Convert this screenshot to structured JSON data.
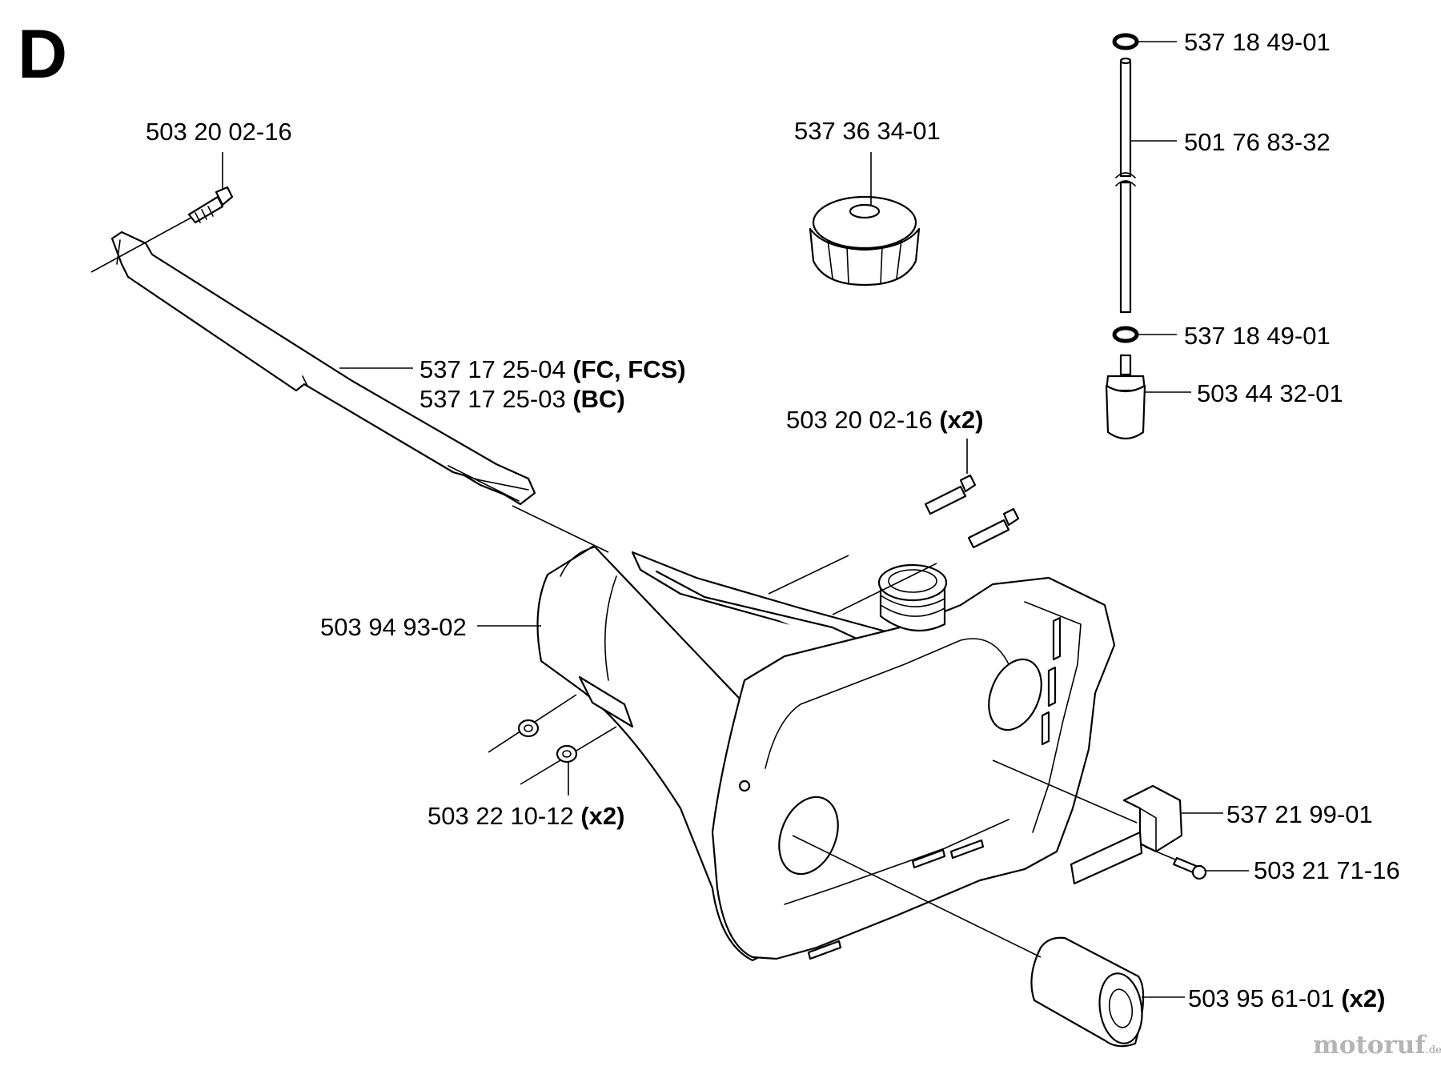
{
  "section": "D",
  "watermark": {
    "brand": "motoruf",
    "suffix": ".de"
  },
  "labels": {
    "screw_top_left": "503 20 02-16",
    "fuel_cap": "537 36 34-01",
    "oring_top": "537 18 49-01",
    "fuel_hose": "501 76 83-32",
    "oring_bottom": "537 18 49-01",
    "fuel_filter": "503 44 32-01",
    "handle_fc_part": "537 17 25-04",
    "handle_fc_variant": "(FC, FCS)",
    "handle_bc_part": "537 17 25-03",
    "handle_bc_variant": "(BC)",
    "screw_pair_part": "503 20 02-16",
    "screw_pair_qty": "(x2)",
    "tank": "503 94 93-02",
    "nut_part": "503 22 10-12",
    "nut_qty": "(x2)",
    "bracket": "537 21 99-01",
    "bracket_screw": "503 21 71-16",
    "damper_part": "503 95 61-01",
    "damper_qty": "(x2)"
  }
}
